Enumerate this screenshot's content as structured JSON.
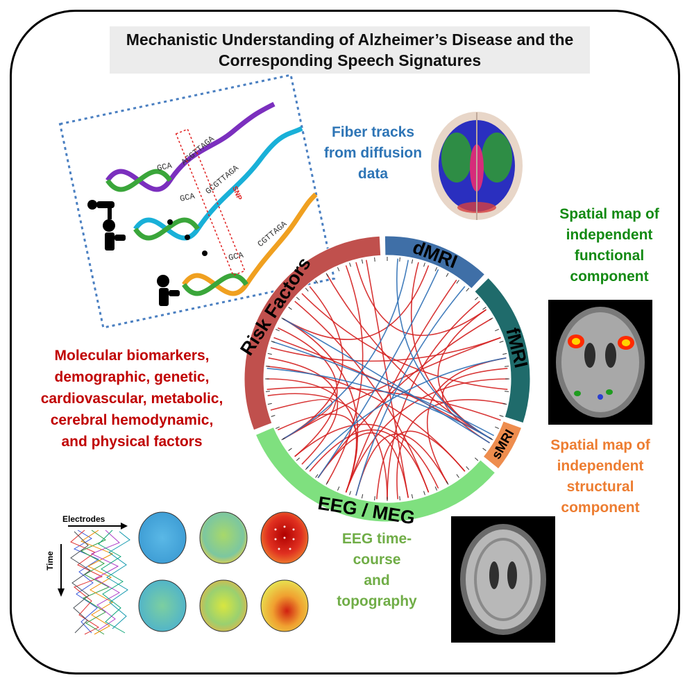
{
  "title": {
    "line1": "Mechanistic Understanding of Alzheimer’s Disease and the",
    "line2": "Corresponding Speech Signatures"
  },
  "labels": {
    "fiber": [
      "Fiber tracks",
      "from diffusion",
      "data"
    ],
    "functional": [
      "Spatial map of",
      "independent",
      "functional",
      "component"
    ],
    "structural": [
      "Spatial map of",
      "independent",
      "structural",
      "component"
    ],
    "molecular": [
      "Molecular biomarkers,",
      "demographic, genetic,",
      "cardiovascular, metabolic,",
      "cerebral hemodynamic,",
      "and physical factors"
    ],
    "eeg": [
      "EEG time-",
      "course",
      "and",
      "topography"
    ]
  },
  "circos": {
    "segments": [
      "Risk Factors",
      "dMRI",
      "fMRI",
      "sMRI",
      "EEG / MEG"
    ],
    "colors": {
      "risk": "#c0504d",
      "dmri": "#3f6fa7",
      "fmri": "#1f6b6b",
      "smri": "#ee8d4e",
      "eeg": "#7fe07f",
      "link_red": "#d42020",
      "link_blue": "#2e6fb5"
    }
  },
  "genetics": {
    "sequences": [
      "GCA",
      "ACGTTAGA",
      "GCA",
      "GCGTTAGA",
      "GCA",
      "CGTTAGA"
    ],
    "snp_label": "SNP"
  },
  "eeg_panel": {
    "axis_electrodes": "Electrodes",
    "axis_time": "Time"
  }
}
